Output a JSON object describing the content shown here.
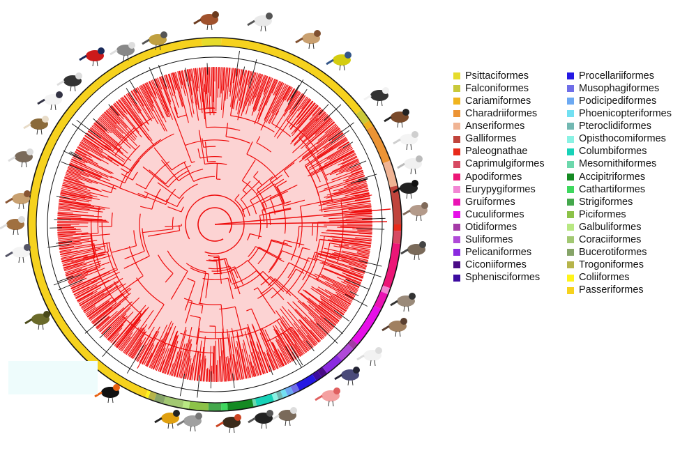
{
  "legend": {
    "orders": [
      {
        "name": "Psittaciformes",
        "color": "#e6dc2c"
      },
      {
        "name": "Falconiformes",
        "color": "#c9c93a"
      },
      {
        "name": "Cariamiformes",
        "color": "#f0b41e"
      },
      {
        "name": "Charadriiformes",
        "color": "#ec9435"
      },
      {
        "name": "Anseriformes",
        "color": "#f0b494"
      },
      {
        "name": "Galliformes",
        "color": "#c0443c"
      },
      {
        "name": "Paleognathae",
        "color": "#e82a1a"
      },
      {
        "name": "Caprimulgiformes",
        "color": "#d74a62"
      },
      {
        "name": "Apodiformes",
        "color": "#ec1677"
      },
      {
        "name": "Eurypygiformes",
        "color": "#f286d4"
      },
      {
        "name": "Gruiformes",
        "color": "#ea14b4"
      },
      {
        "name": "Cuculiformes",
        "color": "#e610e8"
      },
      {
        "name": "Otidiformes",
        "color": "#a43aa6"
      },
      {
        "name": "Suliformes",
        "color": "#b04ad8"
      },
      {
        "name": "Pelicaniformes",
        "color": "#8a2ae0"
      },
      {
        "name": "Ciconiiformes",
        "color": "#4a0b86"
      },
      {
        "name": "Sphenisciformes",
        "color": "#3c0ba0"
      },
      {
        "name": "Procellariiformes",
        "color": "#2418e4"
      },
      {
        "name": "Musophagiformes",
        "color": "#6f6ee8"
      },
      {
        "name": "Podicipediformes",
        "color": "#6ca9f2"
      },
      {
        "name": "Phoenicopteriformes",
        "color": "#72e0f2"
      },
      {
        "name": "Pteroclidiformes",
        "color": "#72b8b2"
      },
      {
        "name": "Opisthocomiformes",
        "color": "#8af2e4"
      },
      {
        "name": "Columbiformes",
        "color": "#18d2b8"
      },
      {
        "name": "Mesornithiformes",
        "color": "#6cd8ac"
      },
      {
        "name": "Accipitriformes",
        "color": "#148a22"
      },
      {
        "name": "Cathartiformes",
        "color": "#3ed85e"
      },
      {
        "name": "Strigiformes",
        "color": "#44a84c"
      },
      {
        "name": "Piciformes",
        "color": "#8cc248"
      },
      {
        "name": "Galbuliformes",
        "color": "#b8e882"
      },
      {
        "name": "Coraciiformes",
        "color": "#a2c872"
      },
      {
        "name": "Bucerotiformes",
        "color": "#86a468"
      },
      {
        "name": "Trogoniformes",
        "color": "#b6b44a"
      },
      {
        "name": "Coliiformes",
        "color": "#fff41a"
      },
      {
        "name": "Passeriformes",
        "color": "#f6d21e"
      }
    ]
  },
  "tree": {
    "branch_color": "#ee0c0c",
    "ring_line_color": "#111111",
    "center_note": "circular phylogeny of bird orders"
  }
}
